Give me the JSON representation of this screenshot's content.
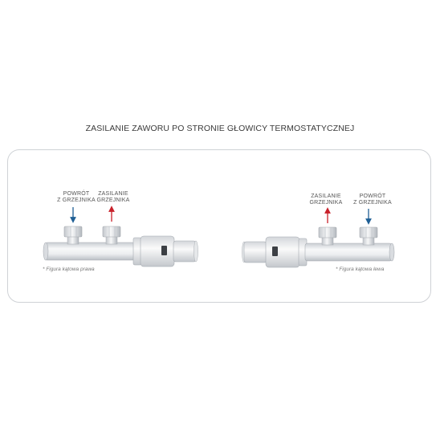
{
  "title": "ZASILANIE ZAWORU PO STRONIE GŁOWICY TERMOSTATYCZNEJ",
  "left_valve": {
    "label_return": "POWRÓT\nZ GRZEJNIKA",
    "label_supply": "ZASILANIE\nGRZEJNIKA",
    "note": "* Figura kątowa prawa"
  },
  "right_valve": {
    "label_supply": "ZASILANIE\nGRZEJNIKA",
    "label_return": "POWRÓT\nZ GRZEJNIKA",
    "note": "* Figura kątowa lewa"
  },
  "colors": {
    "return_arrow": "#1f5f95",
    "supply_arrow": "#c8202a",
    "panel_border": "#cfd2d6"
  }
}
